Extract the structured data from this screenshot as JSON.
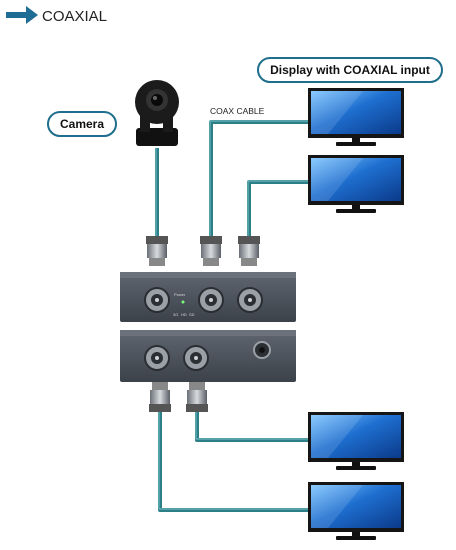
{
  "header": {
    "title": "COAXIAL",
    "arrow_icon": "right-arrow-icon"
  },
  "callouts": {
    "camera": "Camera",
    "display_input": "Display with COAXIAL input",
    "cable": "COAX CABLE"
  },
  "device": {
    "top_unit_labels": {
      "power": "Power",
      "modes": [
        "3G",
        "HD",
        "SD"
      ]
    }
  },
  "colors": {
    "cable": "#2c7f86",
    "cable_light": "#5fb3b8",
    "callout_border": "#1e6e8c",
    "header_arrow": "#1f6c94",
    "device_body": "#4b525c",
    "screen_blue": "#1e6fd0"
  }
}
